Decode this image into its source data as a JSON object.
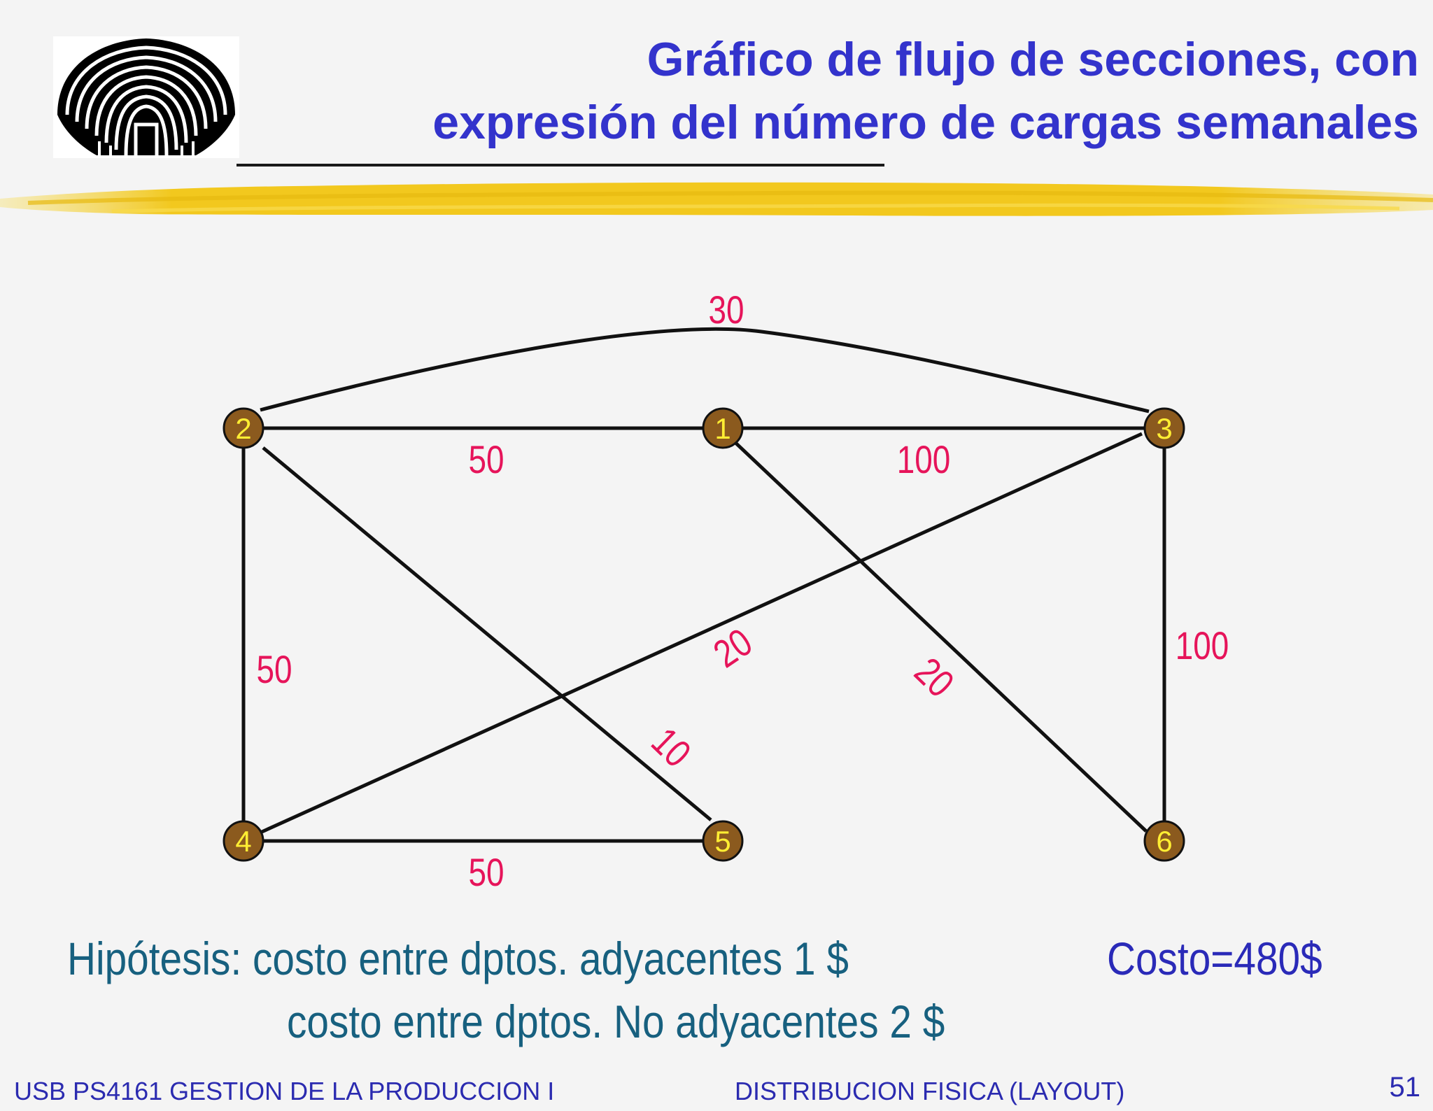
{
  "title": {
    "line1": "Gráfico de flujo de secciones, con",
    "line2": "expresión del número de cargas semanales"
  },
  "colors": {
    "title": "#3333cc",
    "node_fill": "#8b5a1e",
    "node_label": "#ffee33",
    "edge_label": "#e6145a",
    "hypothesis_text": "#17607f",
    "cost_text": "#2a2ab8",
    "footer_text": "#2b2bb0",
    "stroke_yellow": "#f2c81e"
  },
  "graph": {
    "nodes": [
      "1",
      "2",
      "3",
      "4",
      "5",
      "6"
    ],
    "edges": [
      {
        "from": "2",
        "to": "3",
        "value": "30"
      },
      {
        "from": "2",
        "to": "1",
        "value": "50"
      },
      {
        "from": "1",
        "to": "3",
        "value": "100"
      },
      {
        "from": "2",
        "to": "4",
        "value": "50"
      },
      {
        "from": "3",
        "to": "6",
        "value": "100"
      },
      {
        "from": "4",
        "to": "3",
        "value": "20"
      },
      {
        "from": "1",
        "to": "6",
        "value": "20"
      },
      {
        "from": "2",
        "to": "5",
        "value": "10"
      },
      {
        "from": "4",
        "to": "5",
        "value": "50"
      }
    ]
  },
  "hypothesis": {
    "line1": "Hipótesis: costo entre dptos. adyacentes 1 $",
    "line2": "costo entre dptos. No adyacentes 2 $"
  },
  "cost": "Costo=480$",
  "footer": {
    "left": "USB PS4161  GESTION DE LA PRODUCCION I",
    "middle": "DISTRIBUCION FISICA (LAYOUT)",
    "page": "51"
  }
}
